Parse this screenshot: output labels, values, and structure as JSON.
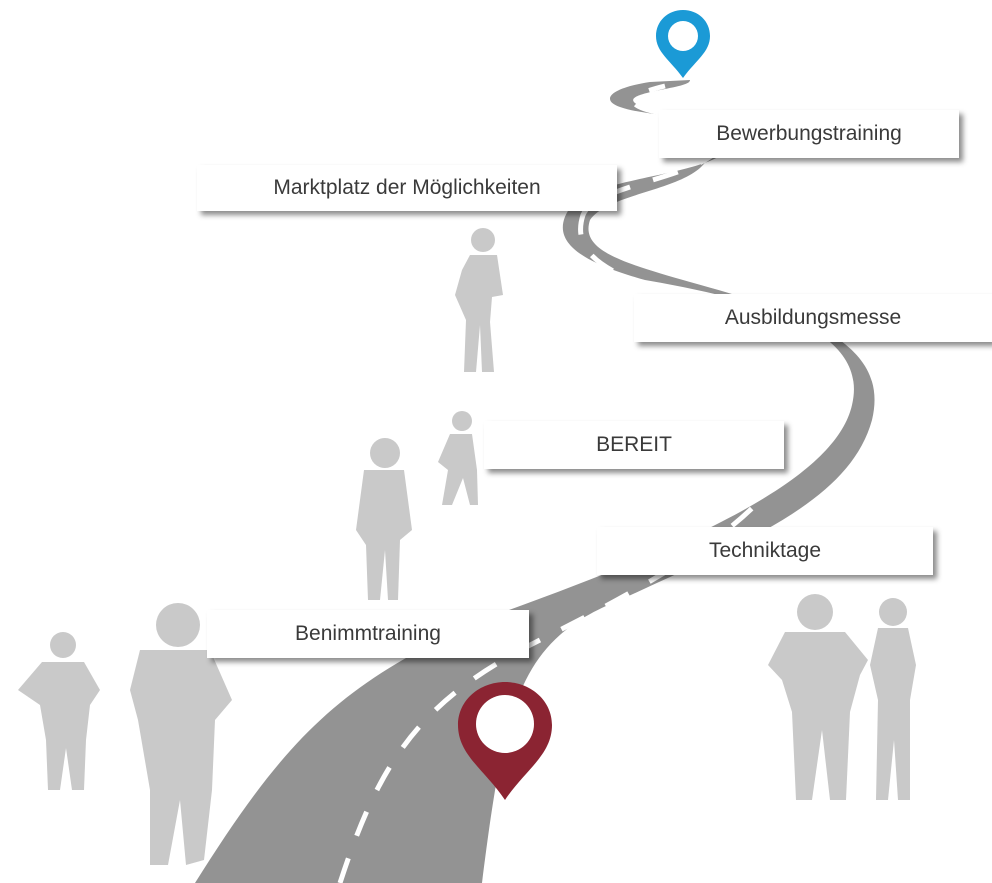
{
  "milestones": {
    "bewerbungstraining": "Bewerbungstraining",
    "marktplatz": "Marktplatz der Möglichkeiten",
    "ausbildungsmesse": "Ausbildungsmesse",
    "bereit": "BEREIT",
    "techniktage": "Techniktage",
    "benimmtraining": "Benimmtraining"
  },
  "colors": {
    "road": "#939393",
    "road_marking": "#ffffff",
    "silhouette": "#c9c9c9",
    "start_pin": "#8b2432",
    "goal_pin": "#1b9ad6",
    "label_text": "#3a3a3a"
  },
  "icons": {
    "start_marker": "location-pin-icon",
    "goal_marker": "location-pin-icon",
    "people": "person-silhouette-icon"
  }
}
